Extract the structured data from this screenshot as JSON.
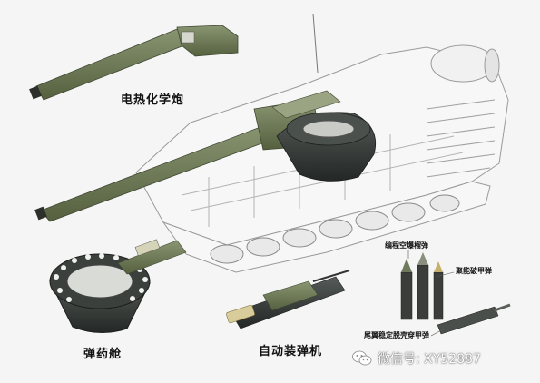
{
  "labels": {
    "electrothermal_gun": "电热化学炮",
    "ammo_magazine": "弹药舱",
    "autoloader": "自动装弹机",
    "programmable_airburst": "编程空爆榴弹",
    "shaped_charge": "聚能破甲弹",
    "apfsds": "尾翼稳定脱壳穿甲弹"
  },
  "watermark": {
    "text": "微信号: XY52887",
    "icon": "wechat-icon"
  },
  "colors": {
    "olive": "#6d7a5a",
    "olive_dark": "#4c5540",
    "hull_line": "#9a9a9a",
    "magazine_dark": "#2f3331"
  }
}
